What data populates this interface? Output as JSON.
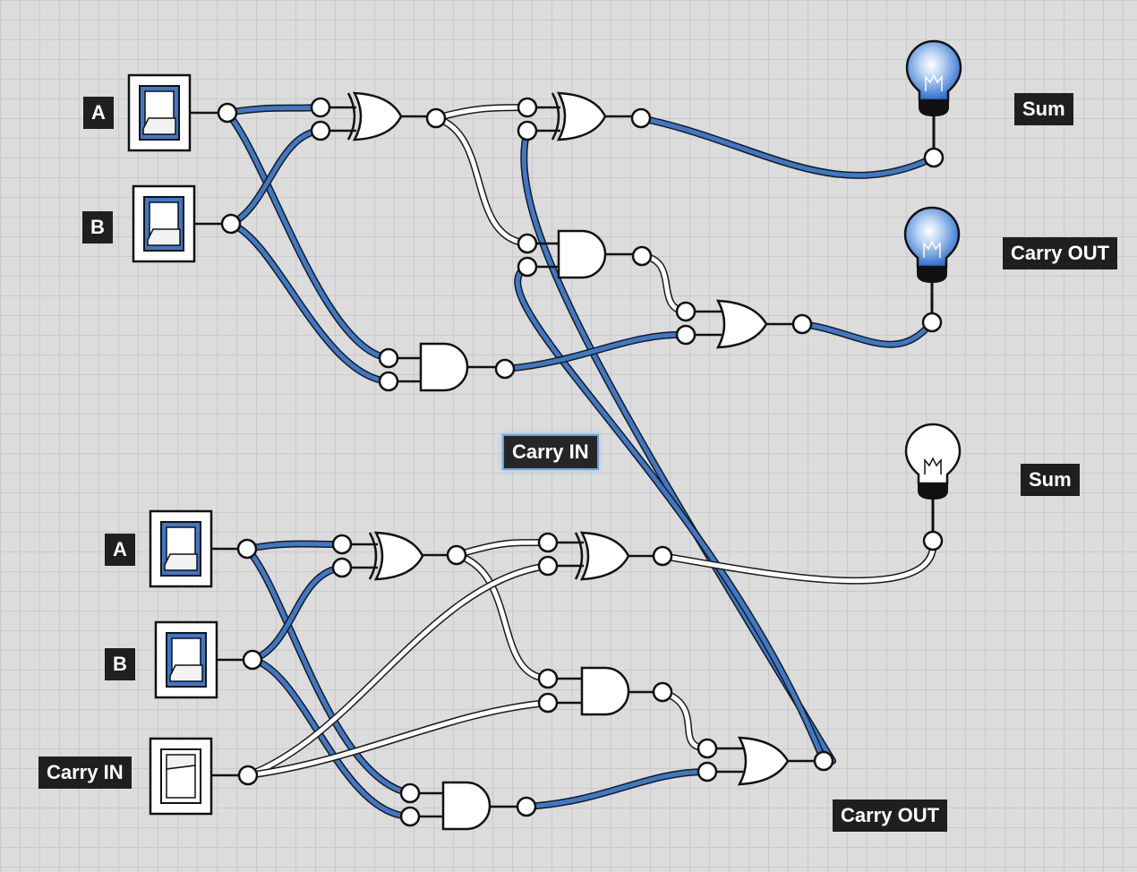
{
  "labels": {
    "top_a": "A",
    "top_b": "B",
    "top_sum": "Sum",
    "top_carry_out": "Carry OUT",
    "mid_carry_in": "Carry IN",
    "bot_a": "A",
    "bot_b": "B",
    "bot_carry_in": "Carry IN",
    "bot_sum": "Sum",
    "bot_carry_out": "Carry OUT"
  },
  "switches": {
    "top_a": "on",
    "top_b": "on",
    "bot_a": "on",
    "bot_b": "on",
    "bot_carry_in": "off"
  },
  "lights": {
    "top_sum": "on",
    "top_carry_out": "on",
    "bot_sum": "off"
  },
  "colors": {
    "background": "#dcdcdc",
    "grid": "#cacaca",
    "wire_on": "#3d78c9",
    "wire_off": "#ffffff",
    "outline": "#111111",
    "label_bg": "#1f1f1f",
    "bulb_on": "#3a7bd5"
  }
}
